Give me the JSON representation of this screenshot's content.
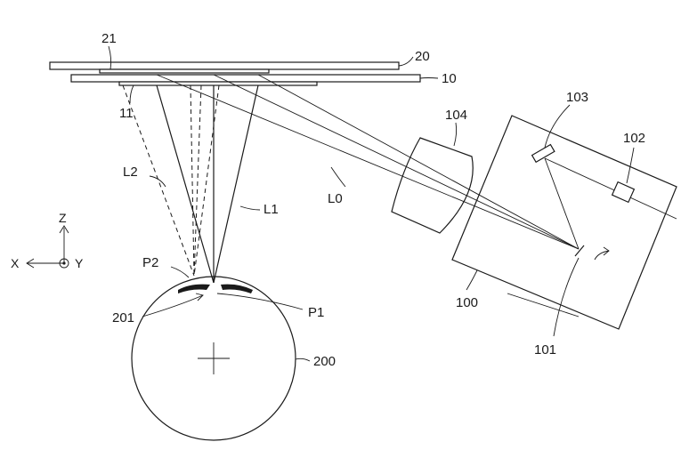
{
  "labels": {
    "plate_20": "20",
    "plate_21": "21",
    "plate_10": "10",
    "plate_11": "11",
    "ray_l0": "L0",
    "ray_l1": "L1",
    "ray_l2": "L2",
    "lens_104": "104",
    "mirror_103": "103",
    "source_102": "102",
    "housing_100": "100",
    "scanner_101": "101",
    "point_p1": "P1",
    "point_p2": "P2",
    "retina_201": "201",
    "eye_200": "200"
  },
  "axes": {
    "x": "X",
    "y": "Y",
    "z": "Z"
  }
}
